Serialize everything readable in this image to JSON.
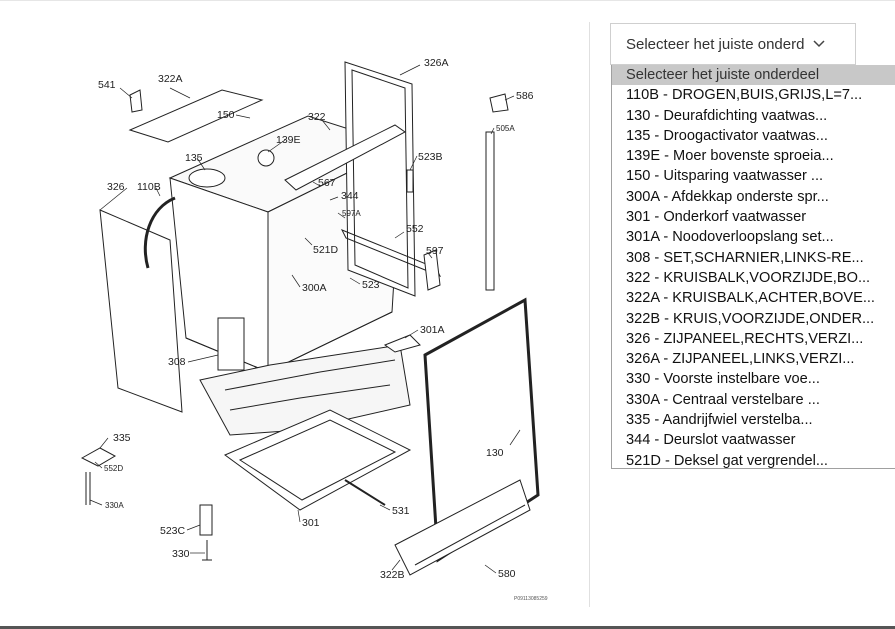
{
  "diagram": {
    "labels": [
      "541",
      "322A",
      "150",
      "322",
      "139E",
      "326A",
      "586",
      "505A",
      "135",
      "523B",
      "326",
      "110B",
      "567",
      "344",
      "597A",
      "521D",
      "552",
      "597",
      "300A",
      "523",
      "301A",
      "308",
      "335",
      "552D",
      "330A",
      "130",
      "523C",
      "330",
      "301",
      "531",
      "322B",
      "580"
    ],
    "footer_code": "P09113085259"
  },
  "select": {
    "current_value": "Selecteer het juiste onderd",
    "chevron": "chevron-down-icon"
  },
  "options": [
    "Selecteer het juiste onderdeel",
    "110B - DROGEN,BUIS,GRIJS,L=7...",
    "130 - Deurafdichting vaatwas...",
    "135 - Droogactivator vaatwas...",
    "139E - Moer bovenste sproeia...",
    "150 - Uitsparing vaatwasser ...",
    "300A - Afdekkap onderste spr...",
    "301 - Onderkorf vaatwasser",
    "301A - Noodoverloopslang set...",
    "308 - SET,SCHARNIER,LINKS-RE...",
    "322 - KRUISBALK,VOORZIJDE,BO...",
    "322A - KRUISBALK,ACHTER,BOVE...",
    "322B - KRUIS,VOORZIJDE,ONDER...",
    "326 - ZIJPANEEL,RECHTS,VERZI...",
    "326A - ZIJPANEEL,LINKS,VERZI...",
    "330 - Voorste instelbare voe...",
    "330A - Centraal verstelbare ...",
    "335 - Aandrijfwiel verstelba...",
    "344 - Deurslot vaatwasser",
    "521D - Deksel gat vergrendel..."
  ],
  "selected_index": 0
}
